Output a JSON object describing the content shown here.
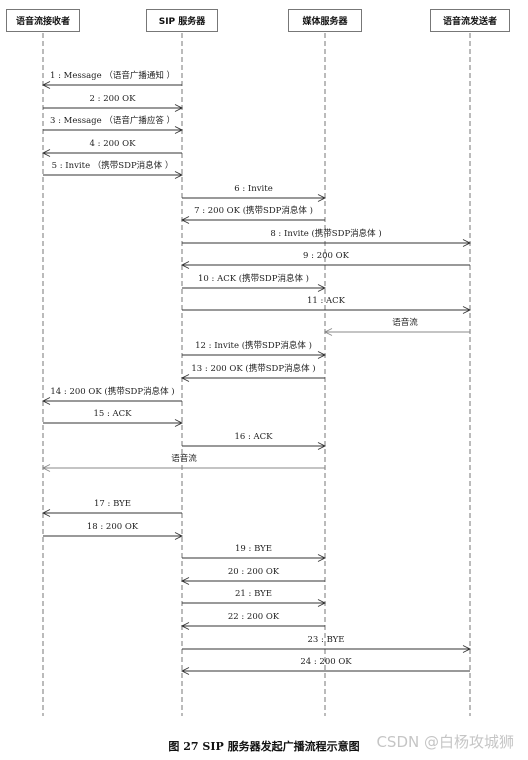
{
  "actors": [
    {
      "id": "receiver",
      "label": "语音流接收者"
    },
    {
      "id": "sip",
      "label": "SIP 服务器"
    },
    {
      "id": "media",
      "label": "媒体服务器"
    },
    {
      "id": "sender",
      "label": "语音流发送者"
    }
  ],
  "messages": [
    {
      "n": 1,
      "from": "sip",
      "to": "receiver",
      "label": "1 : Message （语音广播通知 ）"
    },
    {
      "n": 2,
      "from": "receiver",
      "to": "sip",
      "label": "2 : 200  OK"
    },
    {
      "n": 3,
      "from": "receiver",
      "to": "sip",
      "label": "3 : Message （语音广播应答 ）"
    },
    {
      "n": 4,
      "from": "sip",
      "to": "receiver",
      "label": "4 : 200  OK"
    },
    {
      "n": 5,
      "from": "receiver",
      "to": "sip",
      "label": "5 : Invite    （携带SDP消息体 ）"
    },
    {
      "n": 6,
      "from": "sip",
      "to": "media",
      "label": "6 : Invite"
    },
    {
      "n": 7,
      "from": "media",
      "to": "sip",
      "label": "7 : 200 OK (携带SDP消息体 )"
    },
    {
      "n": 8,
      "from": "sip",
      "to": "sender",
      "label": "8 : Invite (携带SDP消息体 )"
    },
    {
      "n": 9,
      "from": "sender",
      "to": "sip",
      "label": "9 : 200   OK"
    },
    {
      "n": 10,
      "from": "sip",
      "to": "media",
      "label": "10 : ACK (携带SDP消息体 )"
    },
    {
      "n": 11,
      "from": "sip",
      "to": "sender",
      "label": "11 : ACK"
    },
    {
      "n": 0,
      "from": "sender",
      "to": "media",
      "label": "语音流",
      "stream": true
    },
    {
      "n": 12,
      "from": "sip",
      "to": "media",
      "label": "12 : Invite (携带SDP消息体 )"
    },
    {
      "n": 13,
      "from": "media",
      "to": "sip",
      "label": "13 : 200 OK (携带SDP消息体 )"
    },
    {
      "n": 14,
      "from": "sip",
      "to": "receiver",
      "label": "14 : 200  OK (携带SDP消息体 )"
    },
    {
      "n": 15,
      "from": "receiver",
      "to": "sip",
      "label": "15 : ACK"
    },
    {
      "n": 16,
      "from": "sip",
      "to": "media",
      "label": "16 : ACK"
    },
    {
      "n": 0,
      "from": "media",
      "to": "receiver",
      "label": "语音流",
      "stream": true
    },
    {
      "n": 17,
      "from": "sip",
      "to": "receiver",
      "label": "17 : BYE"
    },
    {
      "n": 18,
      "from": "receiver",
      "to": "sip",
      "label": "18 : 200  OK"
    },
    {
      "n": 19,
      "from": "sip",
      "to": "media",
      "label": "19 : BYE"
    },
    {
      "n": 20,
      "from": "media",
      "to": "sip",
      "label": "20 : 200  OK"
    },
    {
      "n": 21,
      "from": "sip",
      "to": "media",
      "label": "21 : BYE"
    },
    {
      "n": 22,
      "from": "media",
      "to": "sip",
      "label": "22 : 200  OK"
    },
    {
      "n": 23,
      "from": "sip",
      "to": "sender",
      "label": "23 : BYE"
    },
    {
      "n": 24,
      "from": "sender",
      "to": "sip",
      "label": "24 : 200  OK"
    }
  ],
  "caption": "图 27    SIP 服务器发起广播流程示意图",
  "watermark": "CSDN @白杨攻城狮",
  "colors": {
    "line": "#333333",
    "stream": "#888888",
    "lifeline": "#777777"
  }
}
